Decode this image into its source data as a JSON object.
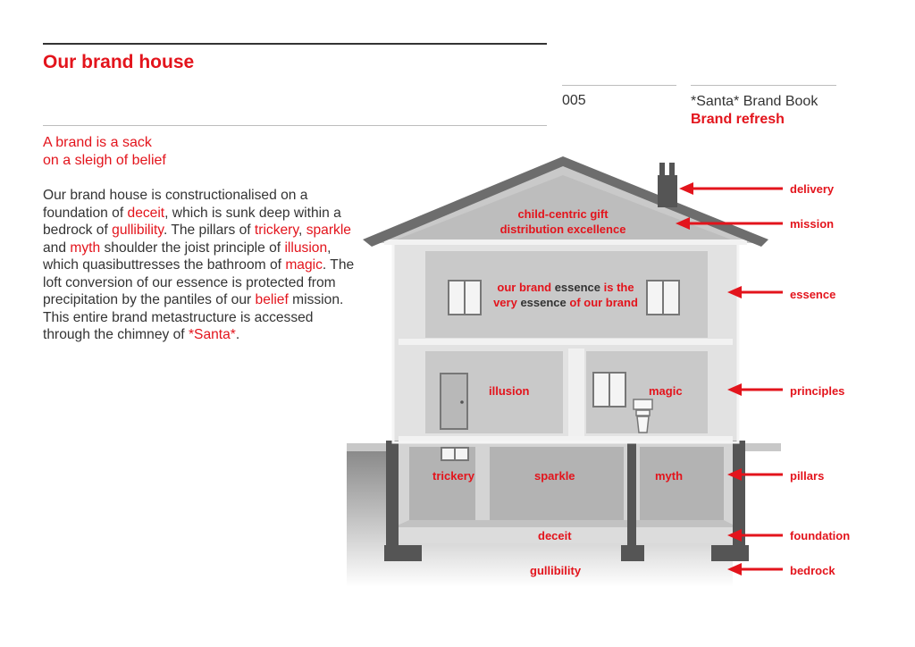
{
  "header": {
    "title": "Our brand house",
    "page_number": "005",
    "book_title": "*Santa* Brand Book",
    "book_subtitle": "Brand refresh"
  },
  "subhead": {
    "line1": "A brand is a sack",
    "line2": "on a sleigh of belief"
  },
  "body": {
    "t1": "Our brand house is constructionalised on a foundation of ",
    "k1": "deceit",
    "t2": ", which is sunk deep within a bedrock of ",
    "k2": "gullibility",
    "t3": ". The pillars of ",
    "k3": "trickery",
    "t4": ", ",
    "k4": "sparkle",
    "t5": " and ",
    "k5": "myth",
    "t6": " shoulder the joist principle of ",
    "k6": "illusion",
    "t7": ", which quasibuttresses the bathroom of ",
    "k7": "magic",
    "t8": ". The loft conversion of our essence is protected from precipitation by the pantiles of our ",
    "k8": "belief",
    "t9": " mission. This entire brand metastructure is accessed through the chimney of ",
    "k9": "*Santa*",
    "t10": "."
  },
  "house": {
    "mission_line1": "child-centric gift",
    "mission_line2": "distribution excellence",
    "essence_a": "our brand ",
    "essence_b": "essence",
    "essence_c": " is the",
    "essence_d": "very ",
    "essence_e": "essence",
    "essence_f": " of our brand",
    "illusion": "illusion",
    "magic": "magic",
    "trickery": "trickery",
    "sparkle": "sparkle",
    "myth": "myth",
    "deceit": "deceit",
    "gullibility": "gullibility"
  },
  "callouts": {
    "delivery": "delivery",
    "mission": "mission",
    "essence": "essence",
    "principles": "principles",
    "pillars": "pillars",
    "foundation": "foundation",
    "bedrock": "bedrock"
  },
  "colors": {
    "accent": "#e3141c",
    "text": "#333333",
    "wall": "#c9c9c9",
    "roof": "#6d6d6d"
  }
}
